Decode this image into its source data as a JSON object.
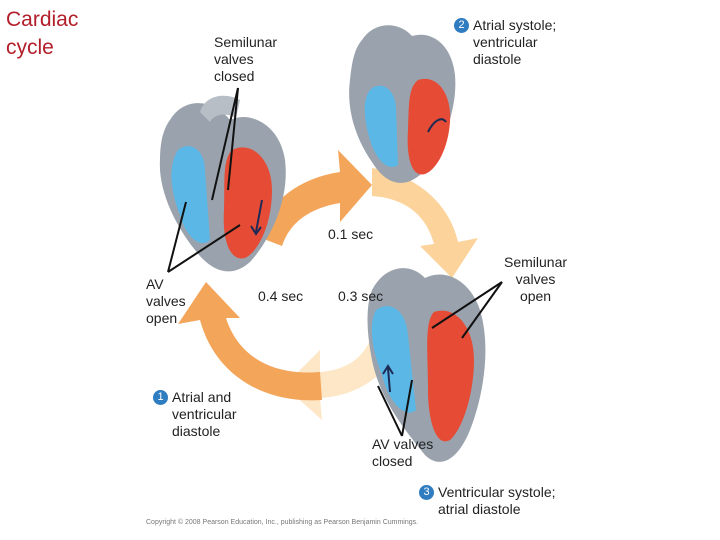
{
  "title": "Cardiac\ncycle",
  "steps": [
    {
      "number": "1",
      "label": "Atrial and\nventricular\ndiastole"
    },
    {
      "number": "2",
      "label": "Atrial systole;\nventricular\ndiastole"
    },
    {
      "number": "3",
      "label": "Ventricular systole;\natrial diastole"
    }
  ],
  "callouts": {
    "semilunar_closed": "Semilunar\nvalves\nclosed",
    "semilunar_open": "Semilunar\nvalves\nopen",
    "av_open": "AV\nvalves\nopen",
    "av_closed": "AV valves\nclosed"
  },
  "durations": {
    "top": "0.1 sec",
    "left": "0.4 sec",
    "right": "0.3 sec"
  },
  "copyright": "Copyright © 2008 Pearson Education, Inc., publishing as Pearson Benjamin Cummings.",
  "colors": {
    "title": "#b21e2a",
    "badge": "#2f7cc0",
    "deoxygenated": "#5bb7e6",
    "oxygenated": "#e64b35",
    "tissue": "#9aa3ad",
    "arrow_dark": "#f2a85c",
    "arrow_light": "#fbd9a6"
  }
}
